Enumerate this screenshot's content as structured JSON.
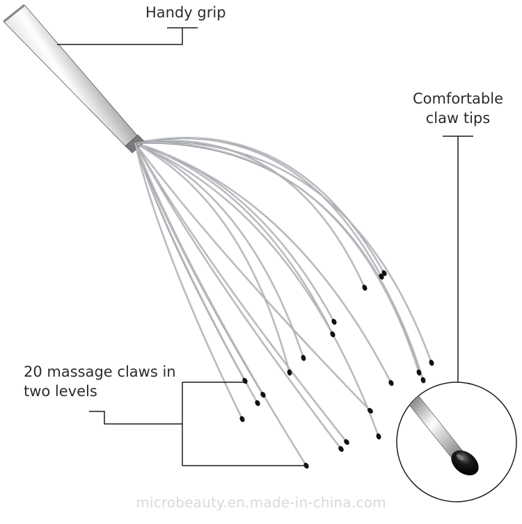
{
  "labels": {
    "grip": "Handy grip",
    "tips_line1": "Comfortable",
    "tips_line2": "claw tips",
    "claws_line1": "20 massage claws in",
    "claws_line2": "two levels"
  },
  "watermark": "microbeauty.en.made-in-china.com",
  "colors": {
    "text": "#2b2b2b",
    "wire": "#8c8f94",
    "tip": "#111111",
    "handle_light": "#f2f2f2",
    "handle_dark": "#5a5a5a",
    "watermark": "#d9d9d9"
  },
  "product": {
    "claw_count": 20,
    "claw_levels": 2
  }
}
